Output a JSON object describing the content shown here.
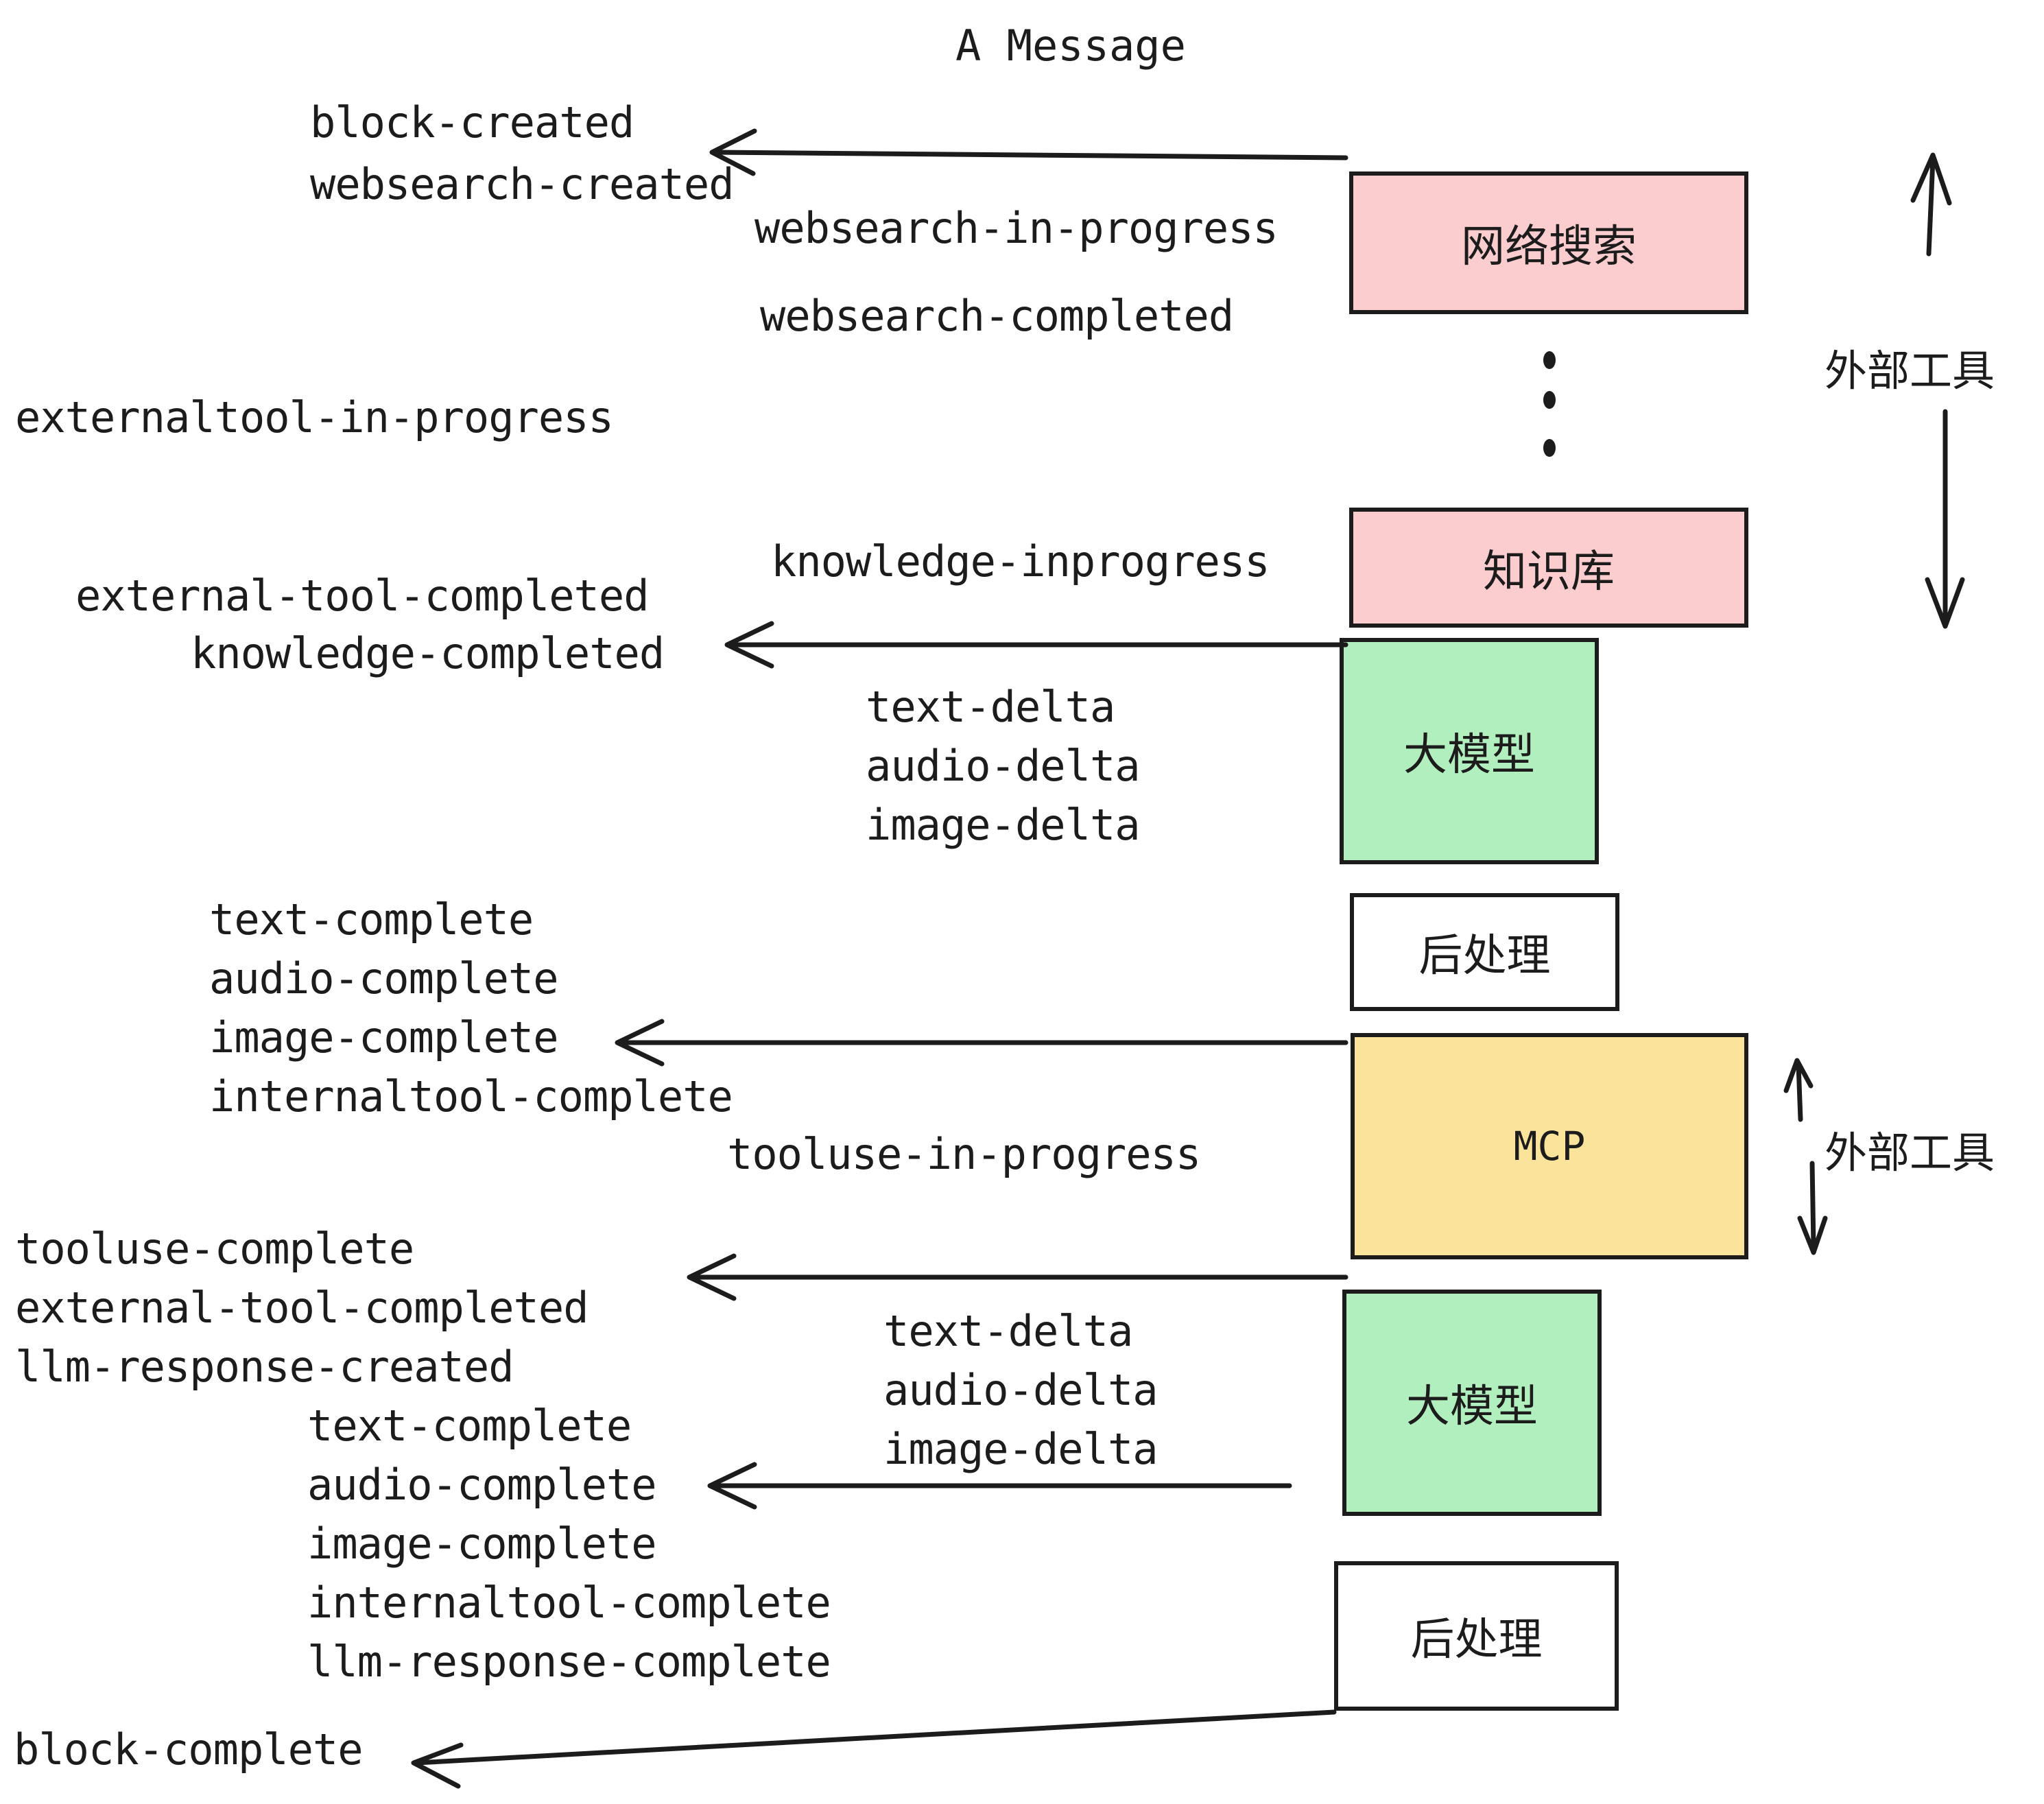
{
  "title": "A Message",
  "boxes": [
    {
      "id": "websearch",
      "label": "网络搜索",
      "color": "#fbcdce"
    },
    {
      "id": "knowledge",
      "label": "知识库",
      "color": "#fbcdce"
    },
    {
      "id": "llm-1",
      "label": "大模型",
      "color": "#b2efbe"
    },
    {
      "id": "postprocess-1",
      "label": "后处理",
      "color": "#ffffff"
    },
    {
      "id": "mcp",
      "label": "MCP",
      "color": "#fae49b"
    },
    {
      "id": "llm-2",
      "label": "大模型",
      "color": "#b2efbe"
    },
    {
      "id": "postprocess-2",
      "label": "后处理",
      "color": "#ffffff"
    }
  ],
  "side_labels": [
    {
      "id": "external-tool-top",
      "label": "外部工具"
    },
    {
      "id": "external-tool-bottom",
      "label": "外部工具"
    }
  ],
  "events": [
    {
      "id": "block-created",
      "text": "block-created"
    },
    {
      "id": "websearch-created",
      "text": "websearch-created"
    },
    {
      "id": "websearch-in-progress",
      "text": "websearch-in-progress"
    },
    {
      "id": "websearch-completed",
      "text": "websearch-completed"
    },
    {
      "id": "externaltool-in-progress",
      "text": "externaltool-in-progress"
    },
    {
      "id": "knowledge-inprogress",
      "text": "knowledge-inprogress"
    },
    {
      "id": "external-tool-completed-1",
      "text": "external-tool-completed"
    },
    {
      "id": "knowledge-completed",
      "text": "knowledge-completed"
    },
    {
      "id": "text-delta-1",
      "text": "text-delta"
    },
    {
      "id": "audio-delta-1",
      "text": "audio-delta"
    },
    {
      "id": "image-delta-1",
      "text": "image-delta"
    },
    {
      "id": "text-complete-1",
      "text": "text-complete"
    },
    {
      "id": "audio-complete-1",
      "text": "audio-complete"
    },
    {
      "id": "image-complete-1",
      "text": "image-complete"
    },
    {
      "id": "internaltool-complete-1",
      "text": "internaltool-complete"
    },
    {
      "id": "tooluse-in-progress",
      "text": "tooluse-in-progress"
    },
    {
      "id": "tooluse-complete",
      "text": "tooluse-complete"
    },
    {
      "id": "external-tool-completed-2",
      "text": "external-tool-completed"
    },
    {
      "id": "llm-response-created",
      "text": "llm-response-created"
    },
    {
      "id": "text-delta-2",
      "text": "text-delta"
    },
    {
      "id": "audio-delta-2",
      "text": "audio-delta"
    },
    {
      "id": "image-delta-2",
      "text": "image-delta"
    },
    {
      "id": "text-complete-2",
      "text": "text-complete"
    },
    {
      "id": "audio-complete-2",
      "text": "audio-complete"
    },
    {
      "id": "image-complete-2",
      "text": "image-complete"
    },
    {
      "id": "internaltool-complete-2",
      "text": "internaltool-complete"
    },
    {
      "id": "llm-response-complete",
      "text": "llm-response-complete"
    },
    {
      "id": "block-complete",
      "text": "block-complete"
    }
  ],
  "colors": {
    "stroke": "#1c1c1c",
    "pink": "#fbcdce",
    "green": "#b2efbe",
    "yellow": "#fae49b",
    "white": "#ffffff",
    "background": "#ffffff"
  }
}
